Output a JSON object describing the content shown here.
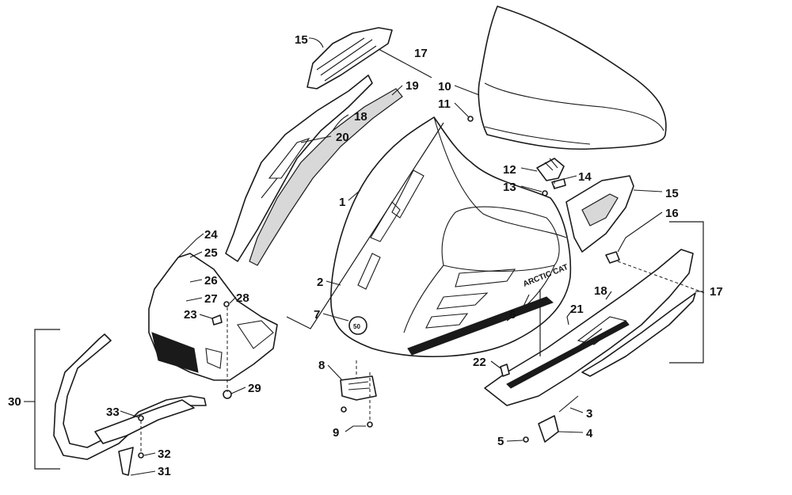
{
  "callouts": {
    "c1": "1",
    "c2": "2",
    "c3": "3",
    "c4": "4",
    "c5": "5",
    "c6": "6",
    "c7": "7",
    "c8": "8",
    "c9": "9",
    "c10": "10",
    "c11": "11",
    "c12": "12",
    "c13": "13",
    "c14": "14",
    "c15a": "15",
    "c15b": "15",
    "c16": "16",
    "c17a": "17",
    "c17b": "17",
    "c18a": "18",
    "c18b": "18",
    "c19": "19",
    "c20": "20",
    "c21": "21",
    "c22": "22",
    "c23": "23",
    "c24": "24",
    "c25": "25",
    "c26": "26",
    "c27": "27",
    "c28": "28",
    "c29": "29",
    "c30": "30",
    "c31": "31",
    "c32": "32",
    "c33": "33"
  },
  "markings": {
    "hood_brand": "ARCTIC CAT",
    "emblem_text": "50"
  }
}
